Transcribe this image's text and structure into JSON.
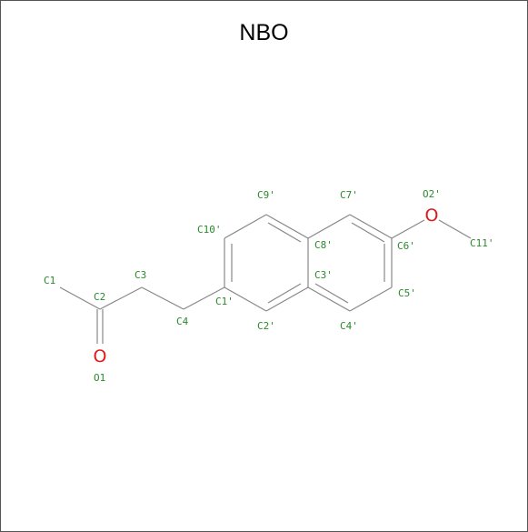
{
  "title": "NBO",
  "colors": {
    "label": "#2a8a2a",
    "oxygen": "#e0191b",
    "bond": "#888888"
  },
  "atoms": {
    "o1_symbol": "O",
    "o2_symbol": "O"
  },
  "labels": {
    "c1": "C1",
    "c2": "C2",
    "c3": "C3",
    "c4": "C4",
    "o1": "O1",
    "c1p": "C1'",
    "c2p": "C2'",
    "c3p": "C3'",
    "c4p": "C4'",
    "c5p": "C5'",
    "c6p": "C6'",
    "c7p": "C7'",
    "c8p": "C8'",
    "c9p": "C9'",
    "c10p": "C10'",
    "o2p": "O2'",
    "c11p": "C11'"
  }
}
